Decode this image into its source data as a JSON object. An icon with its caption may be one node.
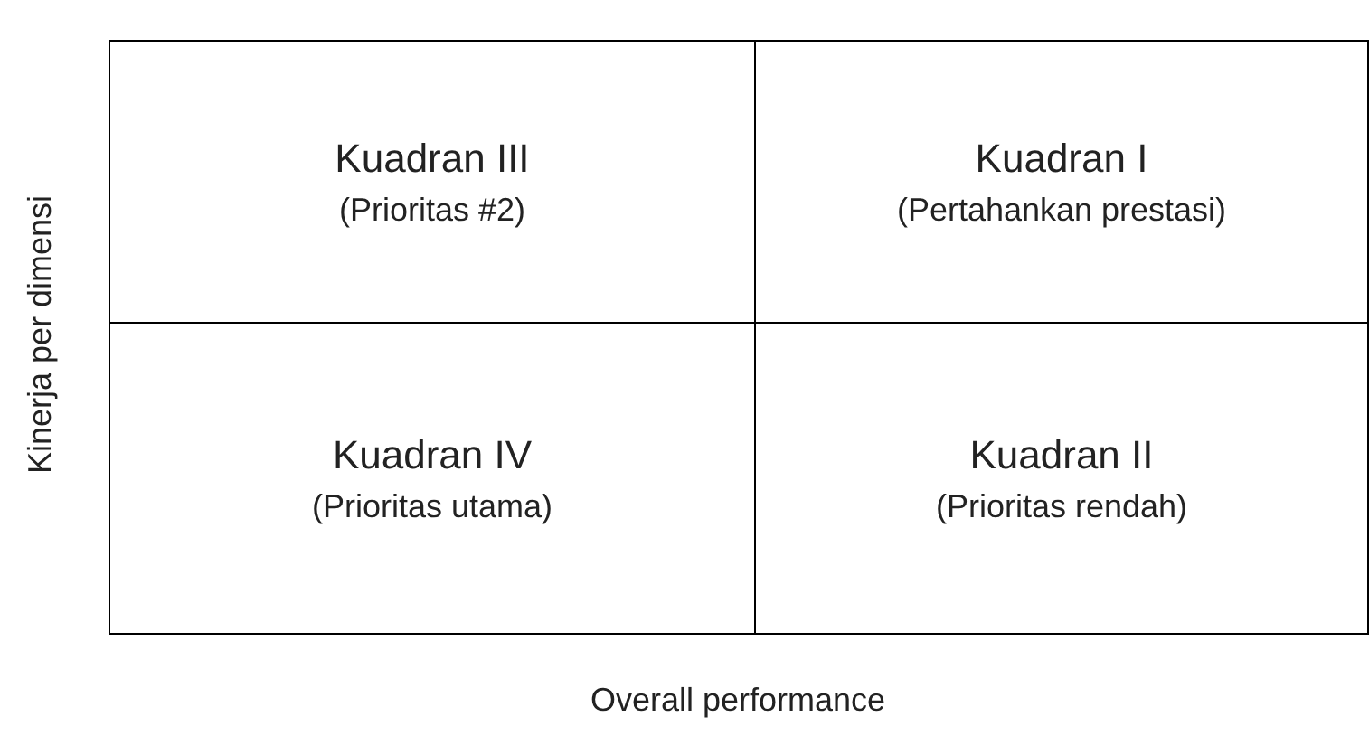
{
  "diagram": {
    "nodes": [
      {
        "text": [
          "Kuadran III",
          "(Prioritas #2)"
        ]
      },
      {
        "text": [
          "Kuadran I",
          "(Pertahankan prestasi)"
        ]
      },
      {
        "text": [
          "Kuadran IV",
          "(Prioritas utama)"
        ]
      },
      {
        "text": [
          "Kuadran II",
          "(Prioritas rendah)"
        ]
      }
    ],
    "edges": [],
    "labels": [
      "Kinerja per dimensi",
      "Overall performance"
    ]
  }
}
